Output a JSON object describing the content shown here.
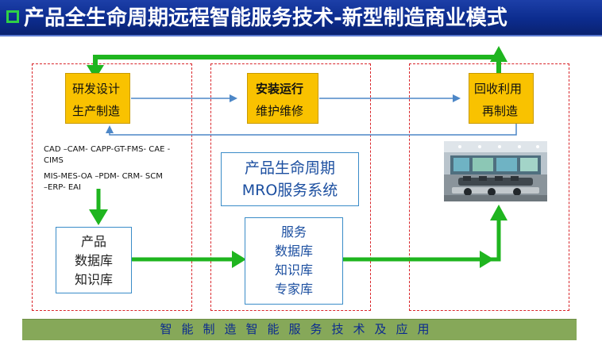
{
  "title": "产品全生命周期远程智能服务技术-新型制造商业模式",
  "boxes": {
    "rd": {
      "line1": "研发设计",
      "line2": "生产制造"
    },
    "install": {
      "line1": "安装运行",
      "line2": "维护维修"
    },
    "recycle": {
      "line1": "回收利用",
      "line2": "再制造"
    }
  },
  "tech_text": {
    "line1": "CAD –CAM- CAPP-GT-FMS- CAE -",
    "line2": "CIMS",
    "line3": "MIS-MES-OA –PDM- CRM- SCM",
    "line4": "–ERP- EAI"
  },
  "mro": {
    "line1": "产品生命周期",
    "line2": "MRO服务系统"
  },
  "product_db": {
    "line1": "产品",
    "line2": "数据库",
    "line3": "知识库"
  },
  "service_db": {
    "line1": "服务",
    "line2": "数据库",
    "line3": "知识库",
    "line4": "专家库"
  },
  "bottom_bar": "智能制造智能服务技术及应用",
  "colors": {
    "title_bg": "#0c2c8e",
    "green_arrow": "#1fb51f",
    "blue_arrow": "#4d87c7",
    "orange_box": "#f9c200",
    "dashed_border": "#d9252a",
    "bottom_bar": "#86a859",
    "bottom_text": "#0b2a8f"
  }
}
